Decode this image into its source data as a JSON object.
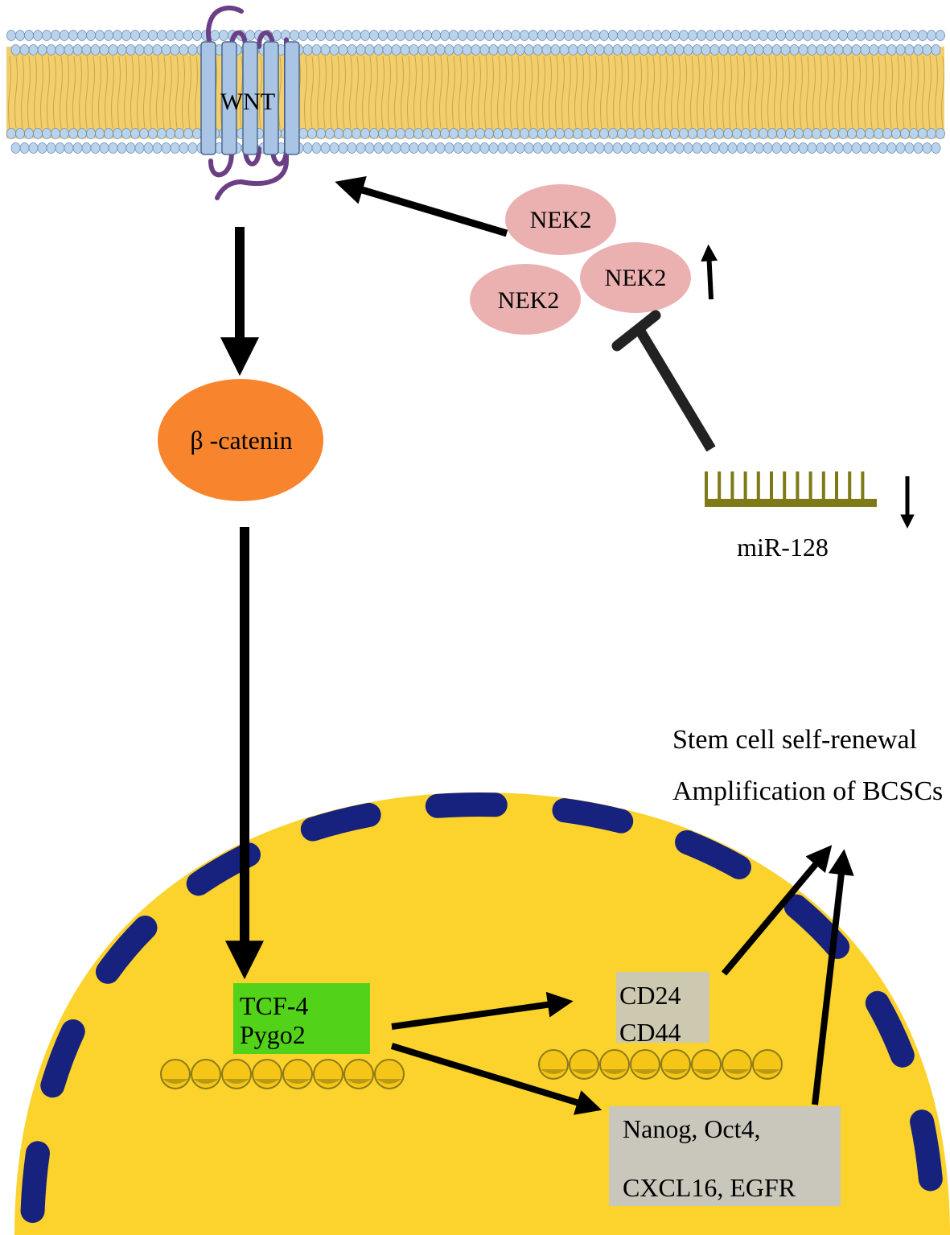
{
  "membrane": {
    "receptor_label": "WNT"
  },
  "nek2": {
    "labels": [
      "NEK2",
      "NEK2",
      "NEK2"
    ]
  },
  "beta_catenin": {
    "label": "β -catenin"
  },
  "mirna": {
    "label": "miR-128"
  },
  "nucleus": {
    "tcf_lines": [
      "TCF-4",
      "Pygo2"
    ],
    "cd_lines": [
      "CD24",
      "CD44"
    ],
    "nanog_lines": [
      "Nanog, Oct4,",
      "CXCL16, EGFR"
    ]
  },
  "outcome": {
    "lines": [
      "Stem cell self-renewal",
      "Amplification of BCSCs"
    ]
  },
  "colors": {
    "membrane_head": "#b9d3ec",
    "membrane_tail": "#f2cf6c",
    "receptor": "#a9c4e4",
    "receptor_loop": "#6b3f86",
    "nek2": "#ebb1b1",
    "beta_catenin": "#f8852d",
    "mirna": "#7d7a17",
    "nucleus": "#fcd22c",
    "nucleus_border": "#17217e",
    "tcf_box": "#52d31a",
    "gray_box": "#c9c7bc",
    "dna": "#f5c518"
  }
}
